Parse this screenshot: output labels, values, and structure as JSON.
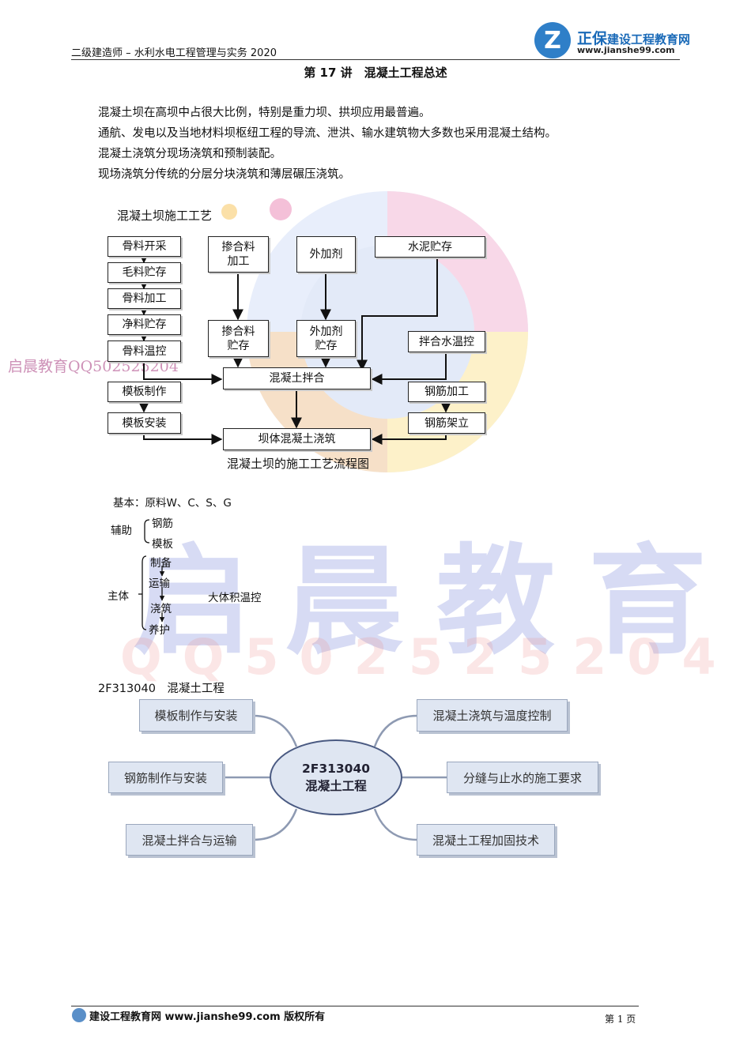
{
  "header": {
    "left_text": "二级建造师 – 水利水电工程管理与实务 2020",
    "logo_brand": "正保",
    "logo_name": "建设工程教育网",
    "logo_url": "www.jianshe99.com"
  },
  "title": "第 17 讲　混凝土工程总述",
  "paragraphs": [
    "混凝土坝在高坝中占很大比例，特别是重力坝、拱坝应用最普遍。",
    "通航、发电以及当地材料坝枢纽工程的导流、泄洪、输水建筑物大多数也采用混凝土结构。",
    "混凝土浇筑分现场浇筑和预制装配。",
    "现场浇筑分传统的分层分块浇筑和薄层碾压浇筑。"
  ],
  "flowchart": {
    "heading": "混凝土坝施工工艺",
    "caption": "混凝土坝的施工工艺流程图",
    "aggregate": [
      "骨料开采",
      "毛料贮存",
      "骨料加工",
      "净料贮存",
      "骨料温控"
    ],
    "formwork": [
      "模板制作",
      "模板安装"
    ],
    "admixture_top": "掺合料加工",
    "admixture_store": "掺合料贮存",
    "additive_top": "外加剂",
    "additive_store": "外加剂贮存",
    "cement": "水泥贮存",
    "water": "拌合水温控",
    "rebar": [
      "钢筋加工",
      "钢筋架立"
    ],
    "mixing": "混凝土拌合",
    "pouring": "坝体混凝土浇筑"
  },
  "outline": {
    "basic": "基本：原料W、C、S、G",
    "aux_label": "辅助",
    "aux_items": [
      "钢筋",
      "模板"
    ],
    "main_label": "主体",
    "main_items": [
      "制备",
      "运输",
      "浇筑",
      "养护"
    ],
    "side_note": "大体积温控"
  },
  "mindmap": {
    "section": "2F313040　混凝土工程",
    "center_code": "2F313040",
    "center_name": "混凝土工程",
    "left": [
      "模板制作与安装",
      "钢筋制作与安装",
      "混凝土拌合与运输"
    ],
    "right": [
      "混凝土浇筑与温度控制",
      "分缝与止水的施工要求",
      "混凝土工程加固技术"
    ]
  },
  "watermark": {
    "small": "启晨教育QQ502525204",
    "big": "启晨教育",
    "qq": "QQ502525204"
  },
  "footer": {
    "left": "建设工程教育网 www.jianshe99.com 版权所有",
    "right": "第 1 页"
  }
}
